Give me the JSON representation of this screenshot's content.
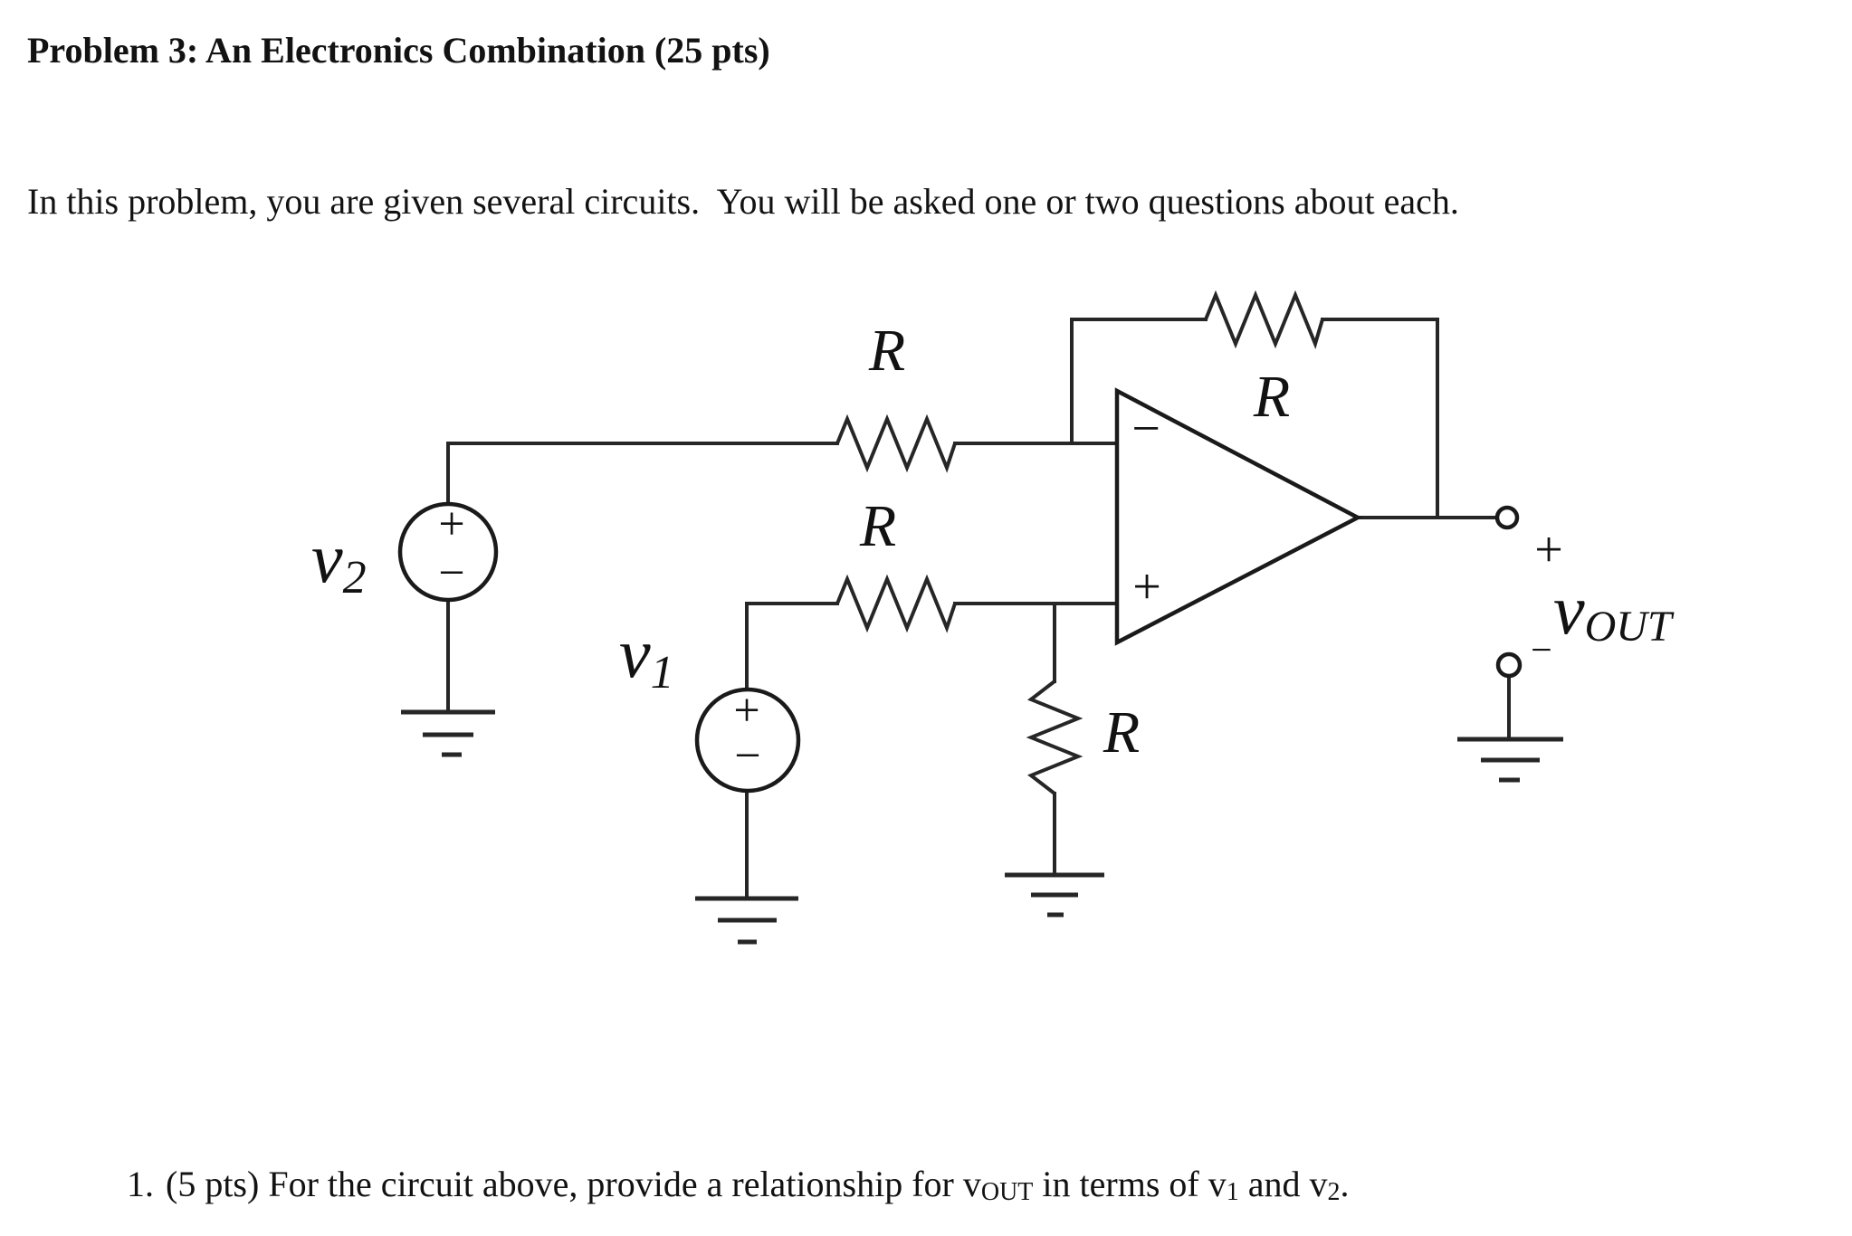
{
  "document": {
    "title": "Problem 3: An Electronics Combination (25 pts)",
    "intro": "In this problem, you are given several circuits.  You will be asked one or two questions about each.",
    "question1": {
      "number": "1.",
      "lead": "(5 pts) For the circuit above, provide a relationship for v",
      "sub_out": "OUT",
      "mid1": " in terms of v",
      "sub_1": "1",
      "mid2": " and v",
      "sub_2": "2",
      "end": "."
    }
  },
  "circuit": {
    "resistors": {
      "top_label": "R",
      "feedback_label": "R",
      "middle_label": "R",
      "shunt_label": "R"
    },
    "sources": {
      "v2": {
        "name": "v",
        "sub": "2",
        "plus": "+",
        "minus": "−"
      },
      "v1": {
        "name": "v",
        "sub": "1",
        "plus": "+",
        "minus": "−"
      }
    },
    "opamp": {
      "inverting_label": "−",
      "noninverting_label": "+"
    },
    "output": {
      "plus": "+",
      "name": "v",
      "sub": "OUT",
      "minus": "−"
    }
  },
  "colors": {
    "ink": "#121212",
    "wire": "#262626",
    "paper": "#ffffff"
  }
}
